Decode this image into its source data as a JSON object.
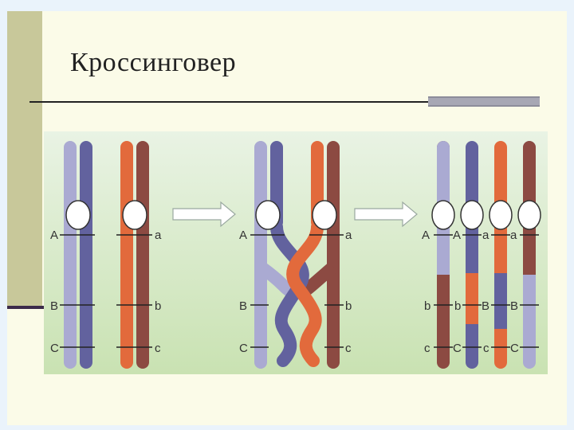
{
  "title": "Кроссинговер",
  "colors": {
    "lavender": "#aaaad2",
    "purple": "#62629e",
    "orange": "#e26a3c",
    "brown": "#8c4a42",
    "background_top": "#e9f3e4",
    "background_bottom": "#c9e2b2"
  },
  "labels": {
    "upper_A": "A",
    "upper_B": "B",
    "upper_C": "C",
    "lower_a": "a",
    "lower_b": "b",
    "lower_c": "c"
  },
  "stage3_labels": {
    "row1": [
      "A",
      "A",
      "a",
      "a"
    ],
    "row2": [
      "b",
      "b",
      "B",
      "B"
    ],
    "row3": [
      "c",
      "C",
      "c",
      "C"
    ]
  }
}
